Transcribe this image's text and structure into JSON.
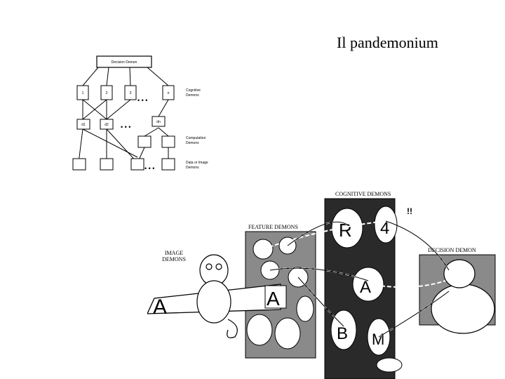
{
  "slide": {
    "title": "Il pandemonium"
  },
  "schematic": {
    "decision": "Decision Demon",
    "cognitive_nodes": [
      "1",
      "2",
      "3",
      "n"
    ],
    "computation_nodes": [
      "d1",
      "d2",
      "dn"
    ],
    "ellipsis": "• • •",
    "side_labels": {
      "cognitive": [
        "Cognitive",
        "Demons"
      ],
      "computation": [
        "Computation",
        "Demons"
      ],
      "data": [
        "Data or Image",
        "Demons"
      ]
    }
  },
  "illustration": {
    "image_demons": [
      "IMAGE",
      "DEMONS"
    ],
    "feature_demons": "FEATURE DEMONS",
    "cognitive_demons": "COGNITIVE DEMONS",
    "decision_demon": "DECISION DEMON",
    "input_letters": [
      "A",
      "A",
      "A"
    ],
    "cognitive_letters": [
      "R",
      "4",
      "A",
      "B",
      "M"
    ],
    "exclaim": "!!"
  }
}
